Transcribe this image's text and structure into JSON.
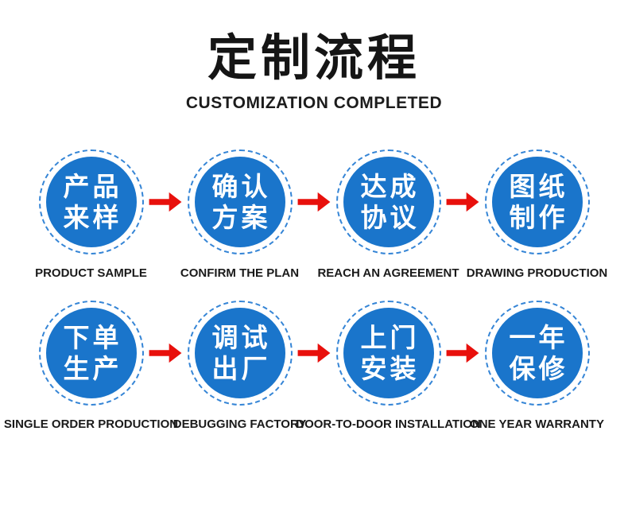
{
  "colors": {
    "circle-blue": "#1a75cb",
    "ring-blue": "#3585d6",
    "arrow-red": "#e8100c",
    "text-dark": "#151515"
  },
  "header": {
    "title": "定制流程",
    "subtitle": "CUSTOMIZATION COMPLETED"
  },
  "steps": [
    {
      "cn_line1": "产品",
      "cn_line2": "来样",
      "en": "PRODUCT SAMPLE"
    },
    {
      "cn_line1": "确认",
      "cn_line2": "方案",
      "en": "CONFIRM THE PLAN"
    },
    {
      "cn_line1": "达成",
      "cn_line2": "协议",
      "en": "REACH AN AGREEMENT"
    },
    {
      "cn_line1": "图纸",
      "cn_line2": "制作",
      "en": "DRAWING PRODUCTION"
    },
    {
      "cn_line1": "下单",
      "cn_line2": "生产",
      "en": "SINGLE ORDER PRODUCTION"
    },
    {
      "cn_line1": "调试",
      "cn_line2": "出厂",
      "en": "DEBUGGING FACTORY"
    },
    {
      "cn_line1": "上门",
      "cn_line2": "安装",
      "en": "DOOR-TO-DOOR INSTALLATION"
    },
    {
      "cn_line1": "一年",
      "cn_line2": "保修",
      "en": "ONE YEAR WARRANTY"
    }
  ]
}
